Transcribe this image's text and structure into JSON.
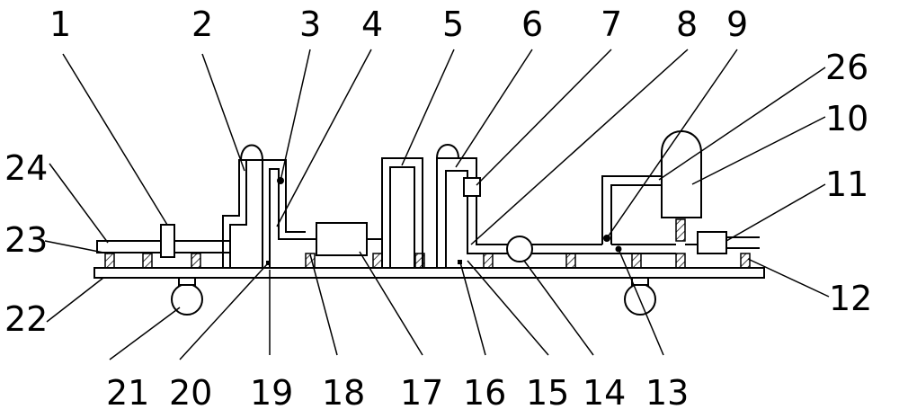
{
  "labels": {
    "l1": "1",
    "l2": "2",
    "l3": "3",
    "l4": "4",
    "l5": "5",
    "l6": "6",
    "l7": "7",
    "l8": "8",
    "l9": "9",
    "l26": "26",
    "l10": "10",
    "l11": "11",
    "l24": "24",
    "l23": "23",
    "l22": "22",
    "l12": "12",
    "l21": "21",
    "l20": "20",
    "l19": "19",
    "l18": "18",
    "l17": "17",
    "l16": "16",
    "l15": "15",
    "l14": "14",
    "l13": "13"
  }
}
